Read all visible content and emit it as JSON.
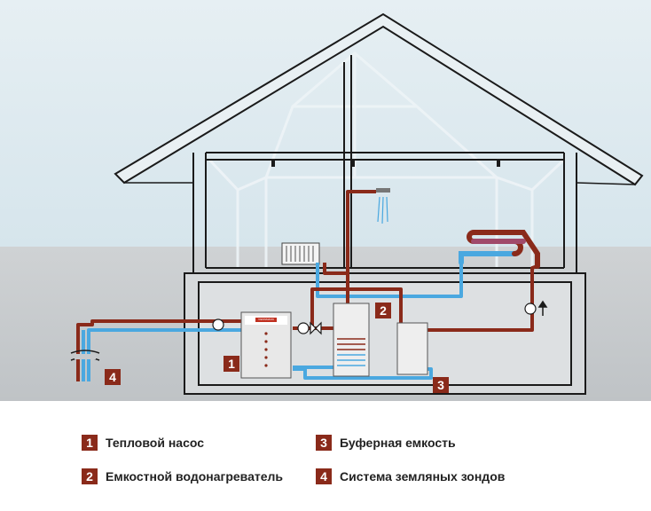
{
  "diagram": {
    "markers": {
      "heat_pump": "1",
      "water_heater": "2",
      "buffer_tank": "3",
      "ground_probes": "4"
    },
    "unit_brand": "VIESSMANN"
  },
  "legend": {
    "items": [
      {
        "number": "1",
        "label": "Тепловой насос"
      },
      {
        "number": "2",
        "label": "Емкостной водонагреватель"
      },
      {
        "number": "3",
        "label": "Буферная емкость"
      },
      {
        "number": "4",
        "label": "Система земляных зондов"
      }
    ]
  },
  "colors": {
    "hot_pipe": "#8a2a1a",
    "cold_pipe": "#4aa8e0",
    "ground": "#c9ccce",
    "sky": "#dfeaf0",
    "basement": "#d4d7d9",
    "house_line": "#1a1a1a",
    "badge": "#8a2a1a"
  }
}
